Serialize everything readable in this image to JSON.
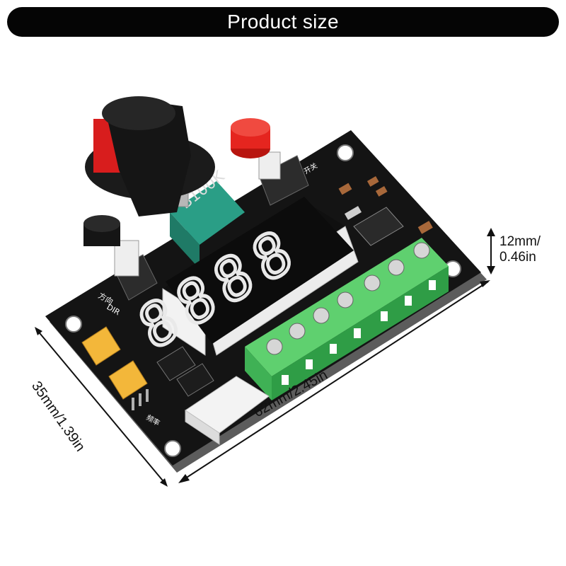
{
  "header": {
    "title": "Product size"
  },
  "dimensions": {
    "height_label_line1": "12mm/",
    "height_label_line2": "0.46in",
    "width_label": "62mm/2.45in",
    "depth_label": "35mm/1.39in"
  },
  "board": {
    "display_digits": [
      "8",
      "8",
      "8",
      "8"
    ],
    "potentiometer_marking": "B100K",
    "switch_marking_dir": "DIR",
    "switch_marking_cn": "方向",
    "switch_marking_power": "开关",
    "jumper_marking": "频率"
  },
  "colors": {
    "title_bar": "#050505",
    "pcb": "#141414",
    "terminal_block": "#3fbf5a",
    "display_segment": "#e9e9e9",
    "knob_red": "#d81d1d",
    "pot_body": "#2a9e86",
    "jumper": "#f3b73a",
    "button_red": "#e5251f"
  }
}
